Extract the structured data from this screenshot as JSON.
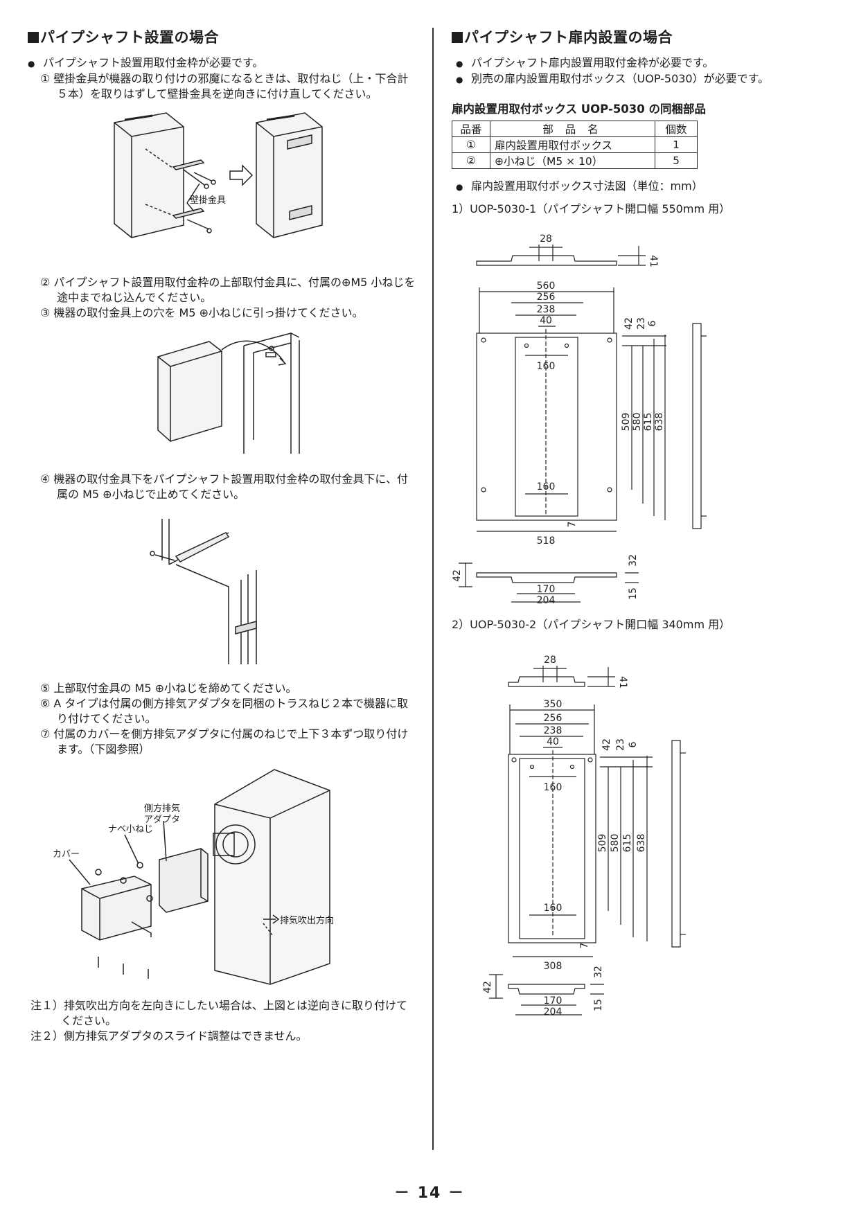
{
  "left": {
    "heading": "パイプシャフト設置の場合",
    "bullet1": "パイプシャフト設置用取付金枠が必要です。",
    "step1": "① 壁掛金具が機器の取り付けの邪魔になるときは、取付ねじ（上・下合計５本）を取りはずして壁掛金具を逆向きに付け直してください。",
    "fig1_label": "壁掛金具",
    "step2": "② パイプシャフト設置用取付金枠の上部取付金具に、付属の⊕M5 小ねじを途中までねじ込んでください。",
    "step3": "③ 機器の取付金具上の穴を M5 ⊕小ねじに引っ掛けてください。",
    "step4": "④ 機器の取付金具下をパイプシャフト設置用取付金枠の取付金具下に、付属の M5 ⊕小ねじで止めてください。",
    "step5": "⑤ 上部取付金具の M5 ⊕小ねじを締めてください。",
    "step6": "⑥ A タイプは付属の側方排気アダプタを同梱のトラスねじ２本で機器に取り付けてください。",
    "step7": "⑦ 付属のカバーを側方排気アダプタに付属のねじで上下３本ずつ取り付けます。（下図参照）",
    "fig4_labels": {
      "adapter_line1": "側方排気",
      "adapter_line2": "アダプタ",
      "screw": "ナベ小ねじ",
      "cover": "カバー",
      "exhaust": "排気吹出方向"
    },
    "note1": "注１）排気吹出方向を左向きにしたい場合は、上図とは逆向きに取り付けてください。",
    "note2": "注２）側方排気アダプタのスライド調整はできません。"
  },
  "right": {
    "heading": "パイプシャフト扉内設置の場合",
    "bullet1": "パイプシャフト扉内設置用取付金枠が必要です。",
    "bullet2": "別売の扉内設置用取付ボックス（UOP-5030）が必要です。",
    "parts_title": "扉内設置用取付ボックス UOP-5030 の同梱部品",
    "parts_table": {
      "headers": [
        "品番",
        "部 品 名",
        "個数"
      ],
      "rows": [
        [
          "①",
          "扉内設置用取付ボックス",
          "1"
        ],
        [
          "②",
          "⊕小ねじ（M5 × 10）",
          "5"
        ]
      ]
    },
    "bullet3": "扉内設置用取付ボックス寸法図（単位：mm）",
    "sub1": "1）UOP-5030-1（パイプシャフト開口幅 550mm 用）",
    "sub2": "2）UOP-5030-2（パイプシャフト開口幅 340mm 用）",
    "dims1": {
      "top_28": "28",
      "top_41": "41",
      "w560": "560",
      "w256": "256",
      "w238": "238",
      "w40": "40",
      "v42": "42",
      "v23": "23",
      "v6": "6",
      "h160a": "160",
      "h160b": "160",
      "v509": "509",
      "v580": "580",
      "v615": "615",
      "v638": "638",
      "v7": "7",
      "w518": "518",
      "b32": "32",
      "b42": "42",
      "b170": "170",
      "b204": "204",
      "b15": "15"
    },
    "dims2": {
      "top_28": "28",
      "top_41": "41",
      "w350": "350",
      "w256": "256",
      "w238": "238",
      "w40": "40",
      "v42": "42",
      "v23": "23",
      "v6": "6",
      "h160a": "160",
      "h160b": "160",
      "v509": "509",
      "v580": "580",
      "v615": "615",
      "v638": "638",
      "v7": "7",
      "w308": "308",
      "b32": "32",
      "b42": "42",
      "b170": "170",
      "b204": "204",
      "b15": "15"
    }
  },
  "footer": {
    "page_number": "－ 14 －"
  }
}
